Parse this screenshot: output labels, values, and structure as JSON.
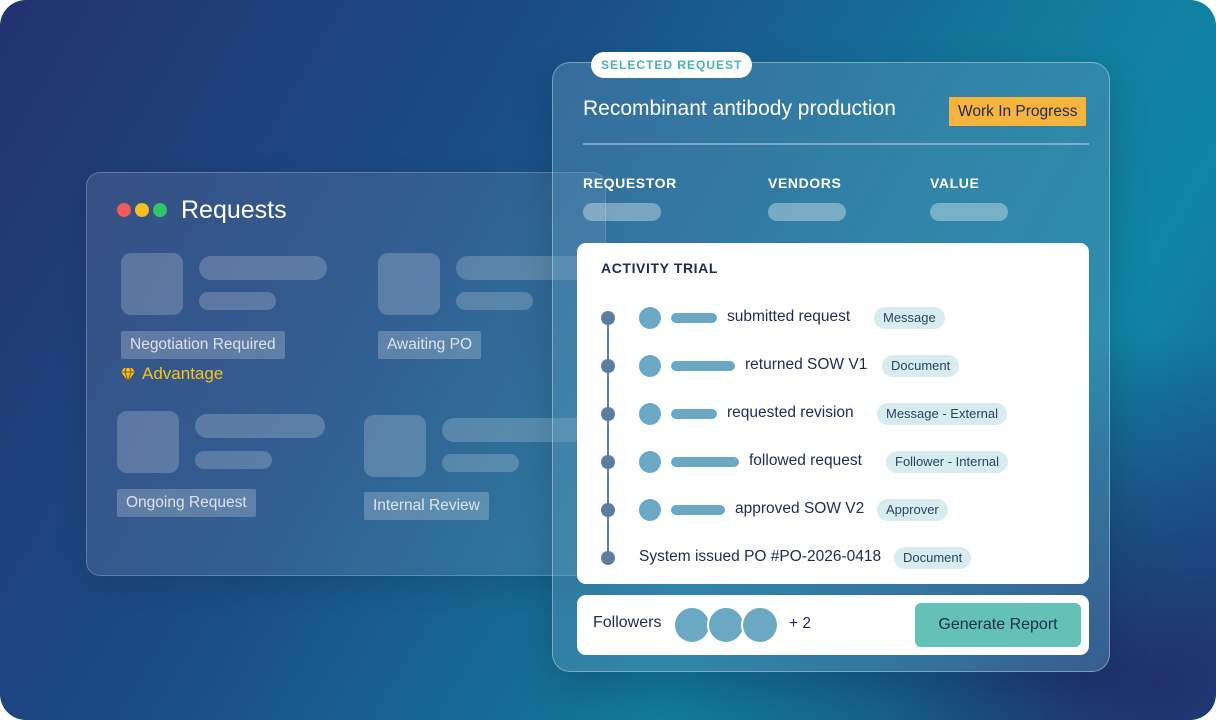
{
  "colors": {
    "accent_teal": "#63c1b6",
    "wip_orange": "#f6b43c",
    "advantage_gold": "#f7c11f",
    "navy_text": "#1f2a55",
    "pill_bg": "#d6ecef"
  },
  "requests_panel": {
    "title": "Requests",
    "window_controls": [
      "close",
      "minimize",
      "maximize"
    ],
    "cards": [
      {
        "status": "Negotiation Required",
        "badge": {
          "icon": "diamond-icon",
          "label": "Advantage"
        }
      },
      {
        "status": "Awaiting PO"
      },
      {
        "status": "Ongoing Request"
      },
      {
        "status": "Internal Review"
      }
    ]
  },
  "selected_request": {
    "tag": "SELECTED REQUEST",
    "title": "Recombinant antibody production",
    "status": "Work In Progress",
    "fields": [
      {
        "label": "REQUESTOR"
      },
      {
        "label": "VENDORS"
      },
      {
        "label": "VALUE"
      }
    ],
    "activity": {
      "title": "ACTIVITY TRIAL",
      "items": [
        {
          "text": "submitted request",
          "tag": "Message"
        },
        {
          "text": "returned SOW V1",
          "tag": "Document"
        },
        {
          "text": "requested revision",
          "tag": "Message - External"
        },
        {
          "text": "followed request",
          "tag": "Follower - Internal"
        },
        {
          "text": "approved SOW V2",
          "tag": "Approver"
        },
        {
          "text": "System issued PO #PO-2026-0418",
          "tag": "Document"
        }
      ]
    },
    "footer": {
      "followers_label": "Followers",
      "followers_more": "+ 2",
      "button_label": "Generate Report"
    }
  }
}
